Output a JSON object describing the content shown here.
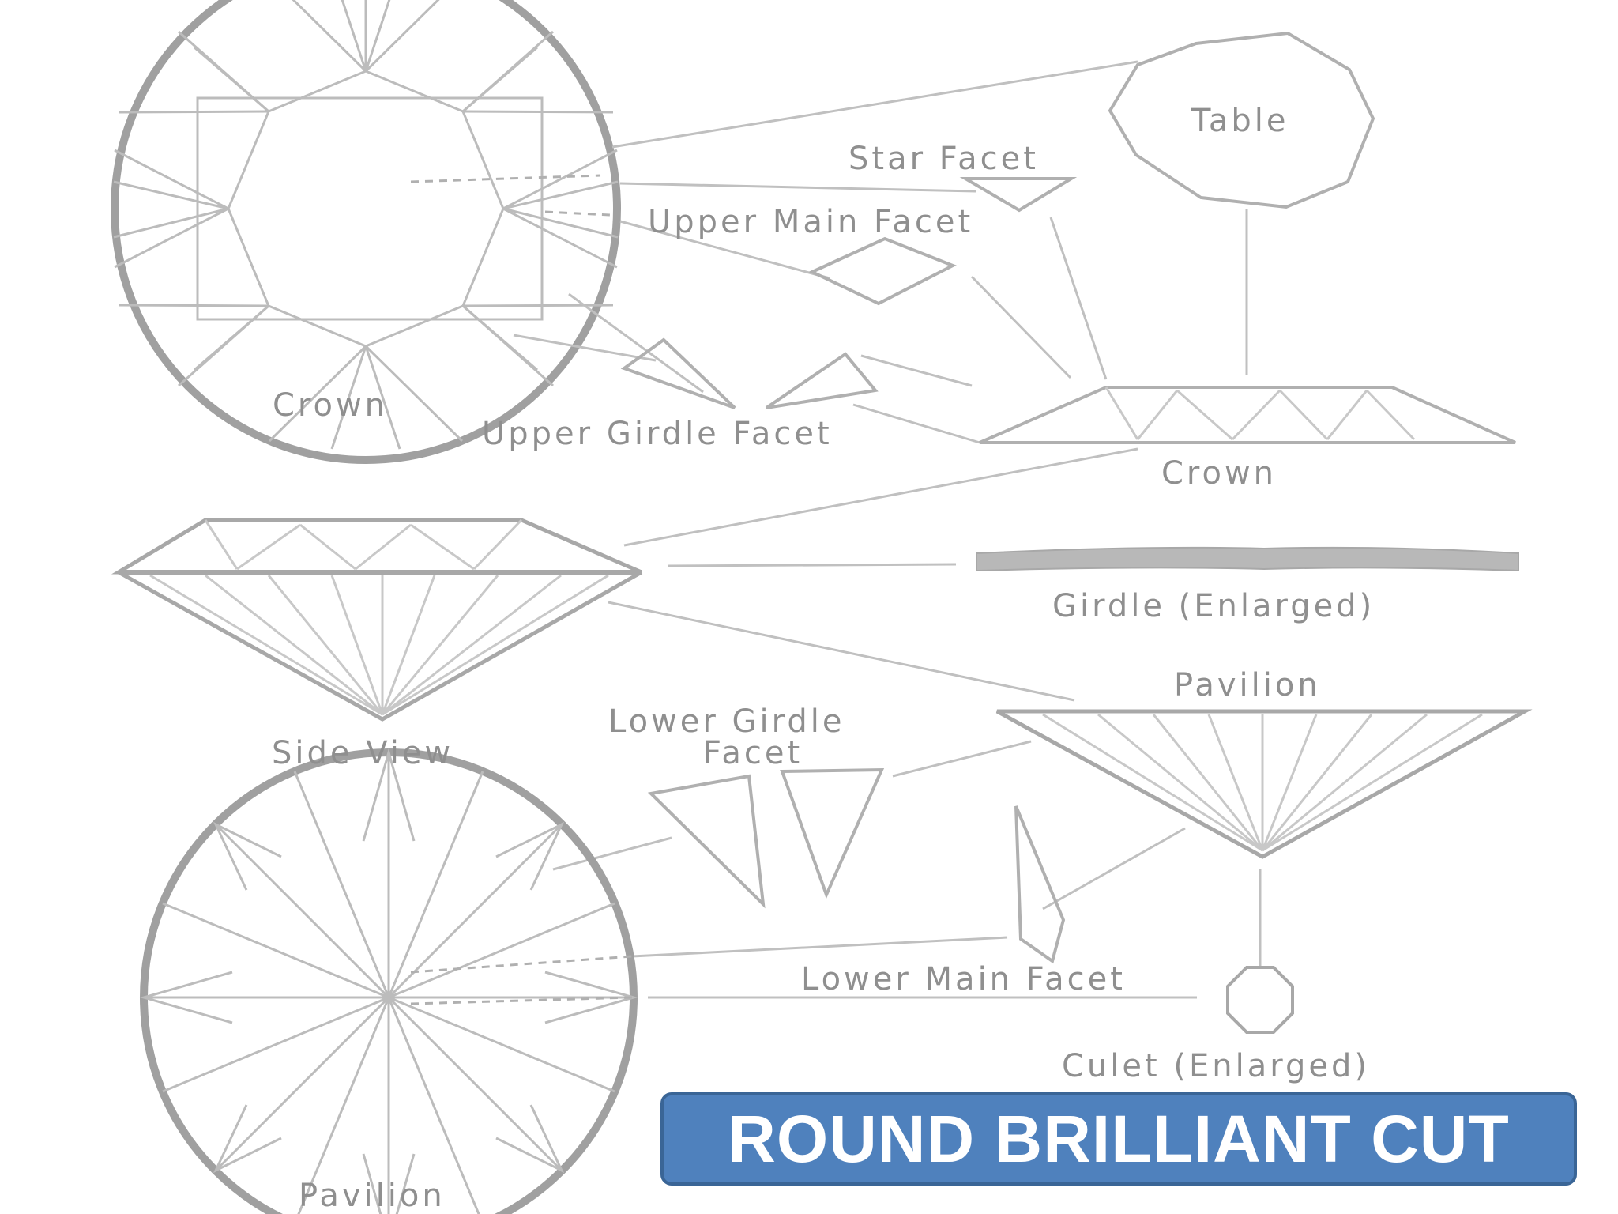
{
  "title": "ROUND BRILLIANT CUT",
  "labels": {
    "crown_top": "Crown",
    "table": "Table",
    "star_facet": "Star Facet",
    "upper_main_facet": "Upper Main Facet",
    "upper_girdle_facet": "Upper Girdle Facet",
    "crown_side": "Crown",
    "side_view": "Side View",
    "girdle_enlarged": "Girdle (Enlarged)",
    "pavilion_side": "Pavilion",
    "lower_girdle_facet_line1": "Lower Girdle",
    "lower_girdle_facet_line2": "Facet",
    "lower_main_facet": "Lower Main Facet",
    "culet_enlarged": "Culet (Enlarged)",
    "pavilion_bottom": "Pavilion"
  },
  "colors": {
    "line": "#b5b5b5",
    "outline": "#a0a0a0",
    "label": "#8f8f8f",
    "banner_fill": "#4f81bd",
    "banner_text": "#ffffff"
  }
}
